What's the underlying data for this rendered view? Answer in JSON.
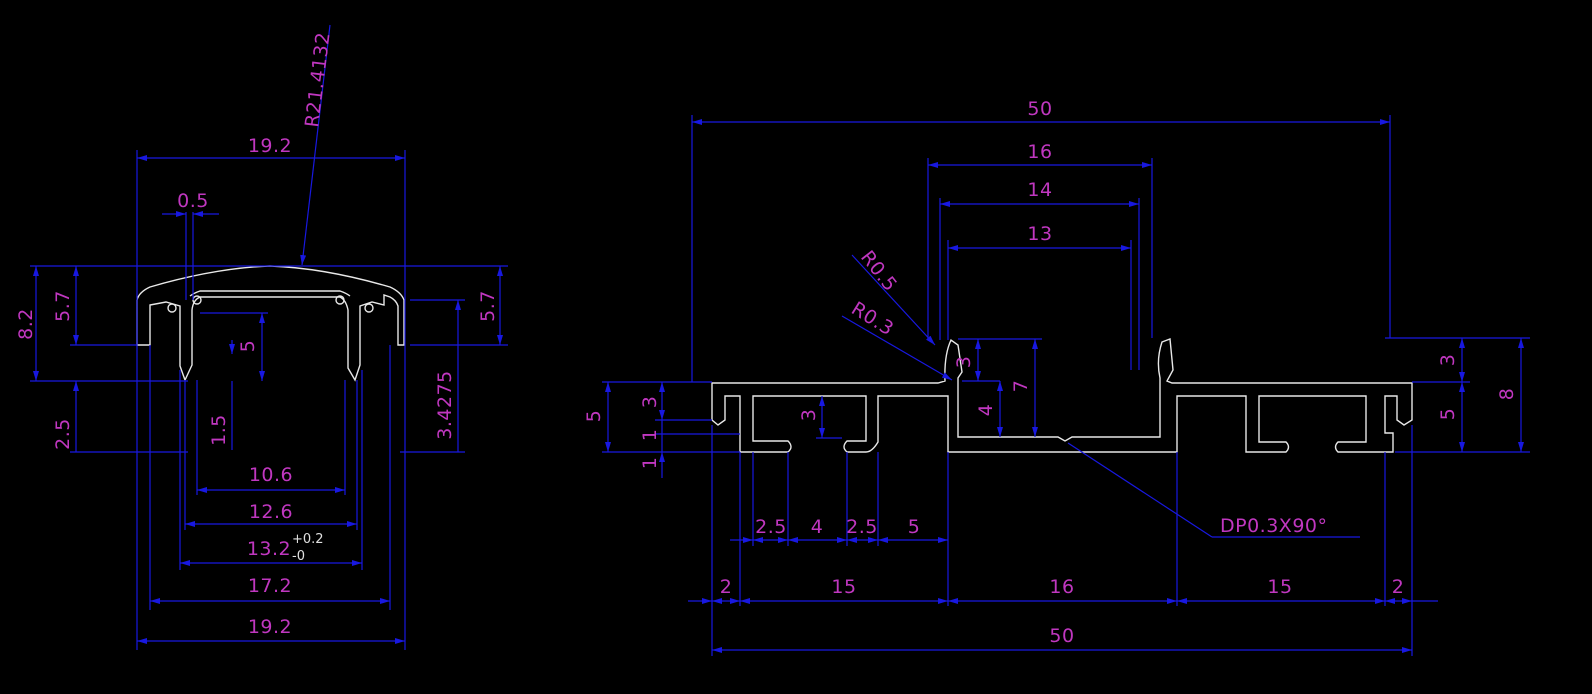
{
  "colors": {
    "background": "#000000",
    "dimension_line": "#1818e0",
    "dimension_text": "#c037c0",
    "profile_outline": "#e8e8e8"
  },
  "left_view": {
    "radius_label": "R21.4132",
    "top_width": "19.2",
    "lip_gap": "0.5",
    "height_total": "8.2",
    "height_left": "5.7",
    "height_right": "5.7",
    "inner_depth": "5",
    "lower_left": "2.5",
    "lower_inner": "1.5",
    "right_offset": "3.4275",
    "w_10_6": "10.6",
    "w_12_6": "12.6",
    "w_13_2": "13.2",
    "tol_plus": "+0.2",
    "tol_minus": "-0",
    "w_17_2": "17.2",
    "w_19_2_bottom": "19.2"
  },
  "right_view": {
    "overall_top": "50",
    "w16": "16",
    "w14": "14",
    "w13": "13",
    "r05": "R0.5",
    "r03": "R0.3",
    "h3_inner": "3",
    "h7": "7",
    "h4": "4",
    "left_h5": "5",
    "left_h3": "3",
    "left_h1a": "1",
    "left_h1b": "1",
    "slot_h3": "3",
    "groove_note": "DP0.3X90°",
    "right_h3": "3",
    "right_h5": "5",
    "right_h8": "8",
    "b_2_5a": "2.5",
    "b_4": "4",
    "b_2_5b": "2.5",
    "b_5": "5",
    "s_2_left": "2",
    "s_15_left": "15",
    "s_16": "16",
    "s_15_right": "15",
    "s_2_right": "2",
    "overall_bottom": "50"
  }
}
